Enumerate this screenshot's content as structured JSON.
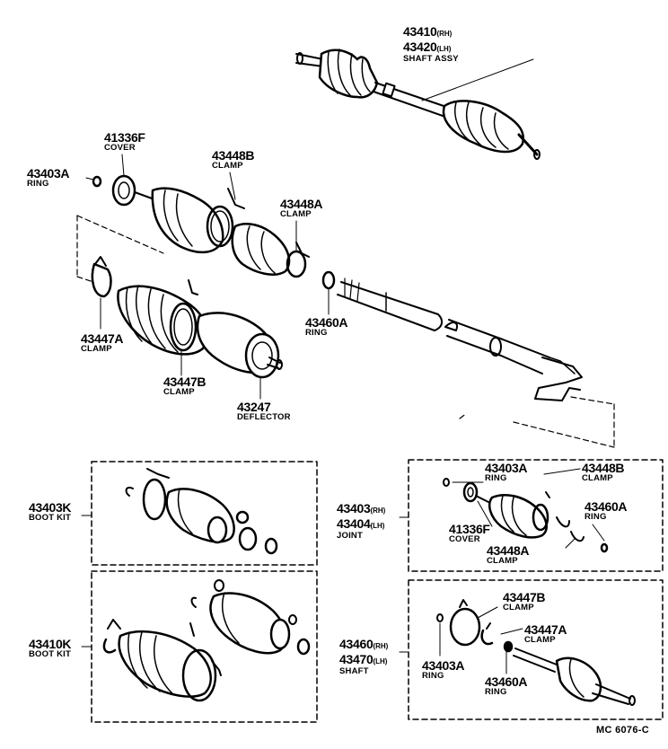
{
  "labels": {
    "shaft_assy": {
      "num_rh": "43410",
      "suf_rh": "(RH)",
      "num_lh": "43420",
      "suf_lh": "(LH)",
      "name": "SHAFT ASSY"
    },
    "cover_top": {
      "num": "41336F",
      "name": "COVER"
    },
    "clamp_b_top": {
      "num": "43448B",
      "name": "CLAMP"
    },
    "ring_top": {
      "num": "43403A",
      "name": "RING"
    },
    "clamp_a_top": {
      "num": "43448A",
      "name": "CLAMP"
    },
    "ring_460_top": {
      "num": "43460A",
      "name": "RING"
    },
    "clamp_447a_top": {
      "num": "43447A",
      "name": "CLAMP"
    },
    "clamp_447b_top": {
      "num": "43447B",
      "name": "CLAMP"
    },
    "deflector": {
      "num": "43247",
      "name": "DEFLECTOR"
    },
    "boot_kit_k": {
      "num": "43403K",
      "name": "BOOT KIT"
    },
    "boot_kit_410k": {
      "num": "43410K",
      "name": "BOOT KIT"
    },
    "joint": {
      "num_rh": "43403",
      "suf_rh": "(RH)",
      "num_lh": "43404",
      "suf_lh": "(LH)",
      "name": "JOINT"
    },
    "shaft": {
      "num_rh": "43460",
      "suf_rh": "(RH)",
      "num_lh": "43470",
      "suf_lh": "(LH)",
      "name": "SHAFT"
    },
    "ring_joint": {
      "num": "43403A",
      "name": "RING"
    },
    "cover_joint": {
      "num": "41336F",
      "name": "COVER"
    },
    "clamp_b_joint": {
      "num": "43448B",
      "name": "CLAMP"
    },
    "ring_460_joint": {
      "num": "43460A",
      "name": "RING"
    },
    "clamp_a_joint": {
      "num": "43448A",
      "name": "CLAMP"
    },
    "clamp_447b_shaft": {
      "num": "43447B",
      "name": "CLAMP"
    },
    "clamp_447a_shaft": {
      "num": "43447A",
      "name": "CLAMP"
    },
    "ring_shaft": {
      "num": "43403A",
      "name": "RING"
    },
    "ring_460_shaft": {
      "num": "43460A",
      "name": "RING"
    }
  },
  "footer_code": "MC 6076-C"
}
